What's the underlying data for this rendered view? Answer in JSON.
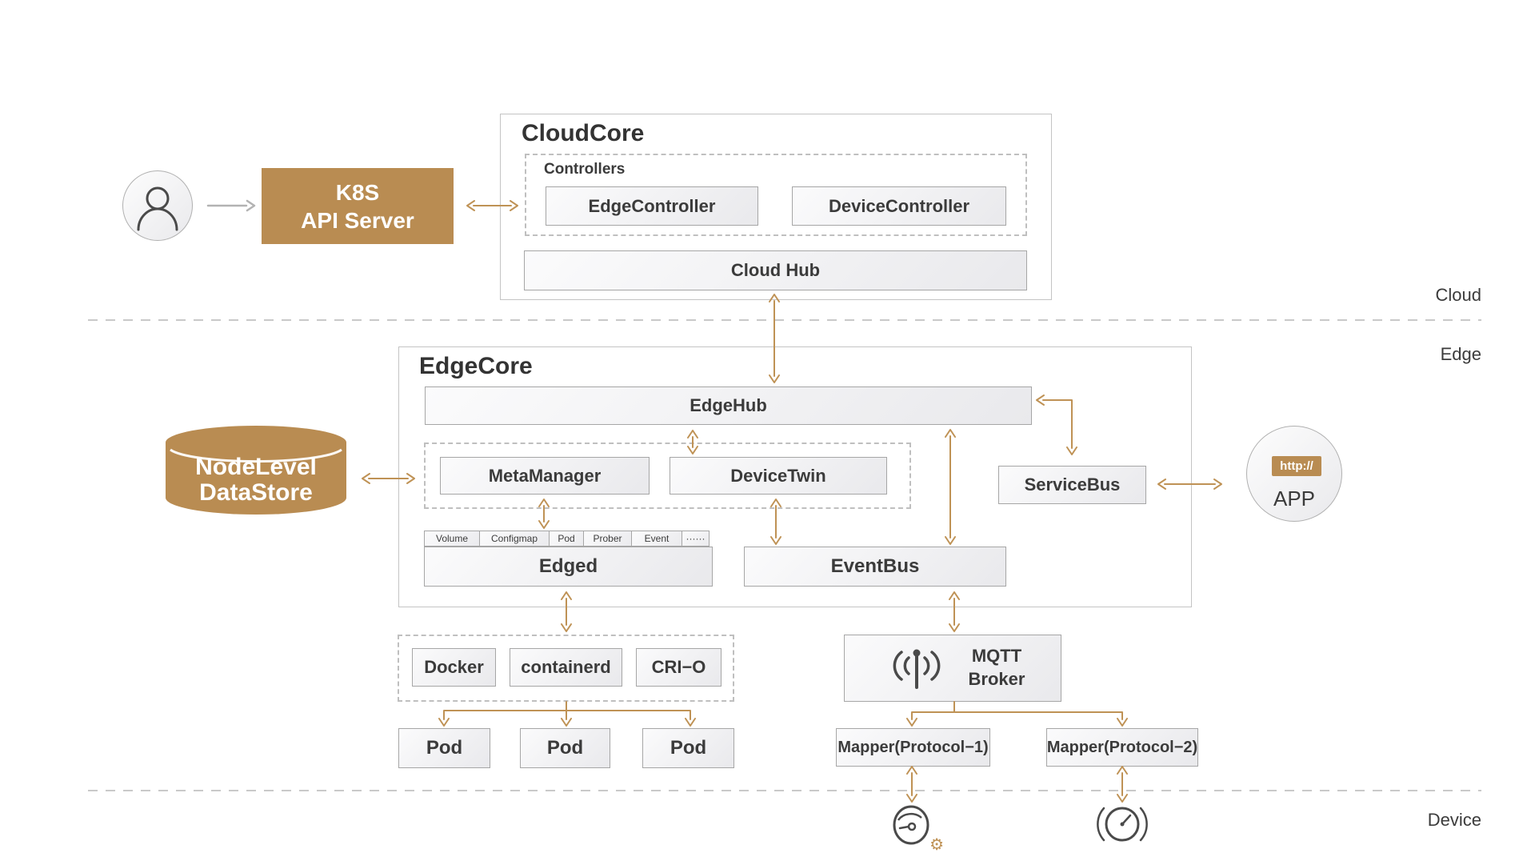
{
  "colors": {
    "accent_arrow": "#bf9255",
    "brown_fill": "#b98c52",
    "box_border": "#a6a6a6",
    "dashed_border": "#bfbfbf",
    "outline_border": "#c4c4c4",
    "divider": "#c9c9c9",
    "gray_arrow": "#b3b3b3",
    "text_dark": "#3b3b3b",
    "icon_dark": "#4a4a4a"
  },
  "layers": {
    "cloud": "Cloud",
    "edge": "Edge",
    "device": "Device"
  },
  "k8s": {
    "line1": "K8S",
    "line2": "API Server"
  },
  "cloudcore": {
    "title": "CloudCore",
    "controllers_label": "Controllers",
    "edge_controller": "EdgeController",
    "device_controller": "DeviceController",
    "cloud_hub": "Cloud Hub"
  },
  "edgecore": {
    "title": "EdgeCore",
    "edgehub": "EdgeHub",
    "metamanager": "MetaManager",
    "devicetwin": "DeviceTwin",
    "servicebus": "ServiceBus",
    "edged": "Edged",
    "eventbus": "EventBus",
    "edged_tabs": [
      "Volume",
      "Configmap",
      "Pod",
      "Prober",
      "Event",
      "······"
    ]
  },
  "datastore": {
    "line1": "NodeLevel",
    "line2": "DataStore"
  },
  "app": {
    "badge": "http://",
    "label": "APP"
  },
  "runtimes": {
    "docker": "Docker",
    "containerd": "containerd",
    "crio": "CRI−O"
  },
  "pods": {
    "pod1": "Pod",
    "pod2": "Pod",
    "pod3": "Pod"
  },
  "mqtt": {
    "line1": "MQTT",
    "line2": "Broker"
  },
  "mappers": {
    "mapper1": "Mapper(Protocol−1)",
    "mapper2": "Mapper(Protocol−2)"
  }
}
